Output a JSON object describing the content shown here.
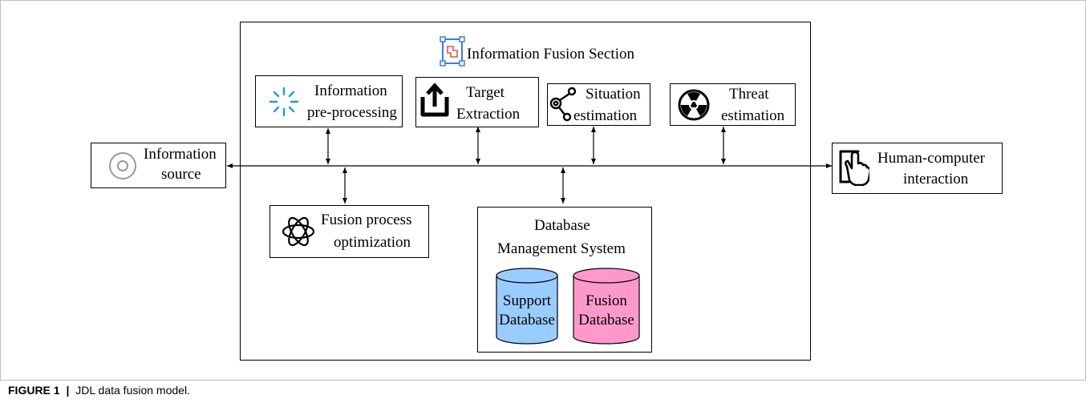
{
  "diagram": {
    "section_title": "Information Fusion Section",
    "source": {
      "line1": "Information",
      "line2": "source"
    },
    "hci": {
      "line1": "Human-computer",
      "line2": "interaction"
    },
    "preproc": {
      "line1": "Information",
      "line2": "pre-processing"
    },
    "target": {
      "line1": "Target",
      "line2": "Extraction"
    },
    "situation": {
      "line1": "Situation",
      "line2": "estimation"
    },
    "threat": {
      "line1": "Threat",
      "line2": "estimation"
    },
    "optimization": {
      "line1": "Fusion process",
      "line2": "optimization"
    },
    "dbms": {
      "line1": "Database",
      "line2": "Management System",
      "support": {
        "line1": "Support",
        "line2": "Database",
        "color": "#99ccff"
      },
      "fusion": {
        "line1": "Fusion",
        "line2": "Database",
        "color": "#ff99cc"
      }
    }
  },
  "caption": {
    "label": "FIGURE 1",
    "separator": "|",
    "text": "JDL data fusion model."
  },
  "colors": {
    "loading_icon": "#1e9be0",
    "section_icon": "#3b7dd8",
    "section_icon_inner": "#e05050",
    "source_icon": "#999999"
  }
}
